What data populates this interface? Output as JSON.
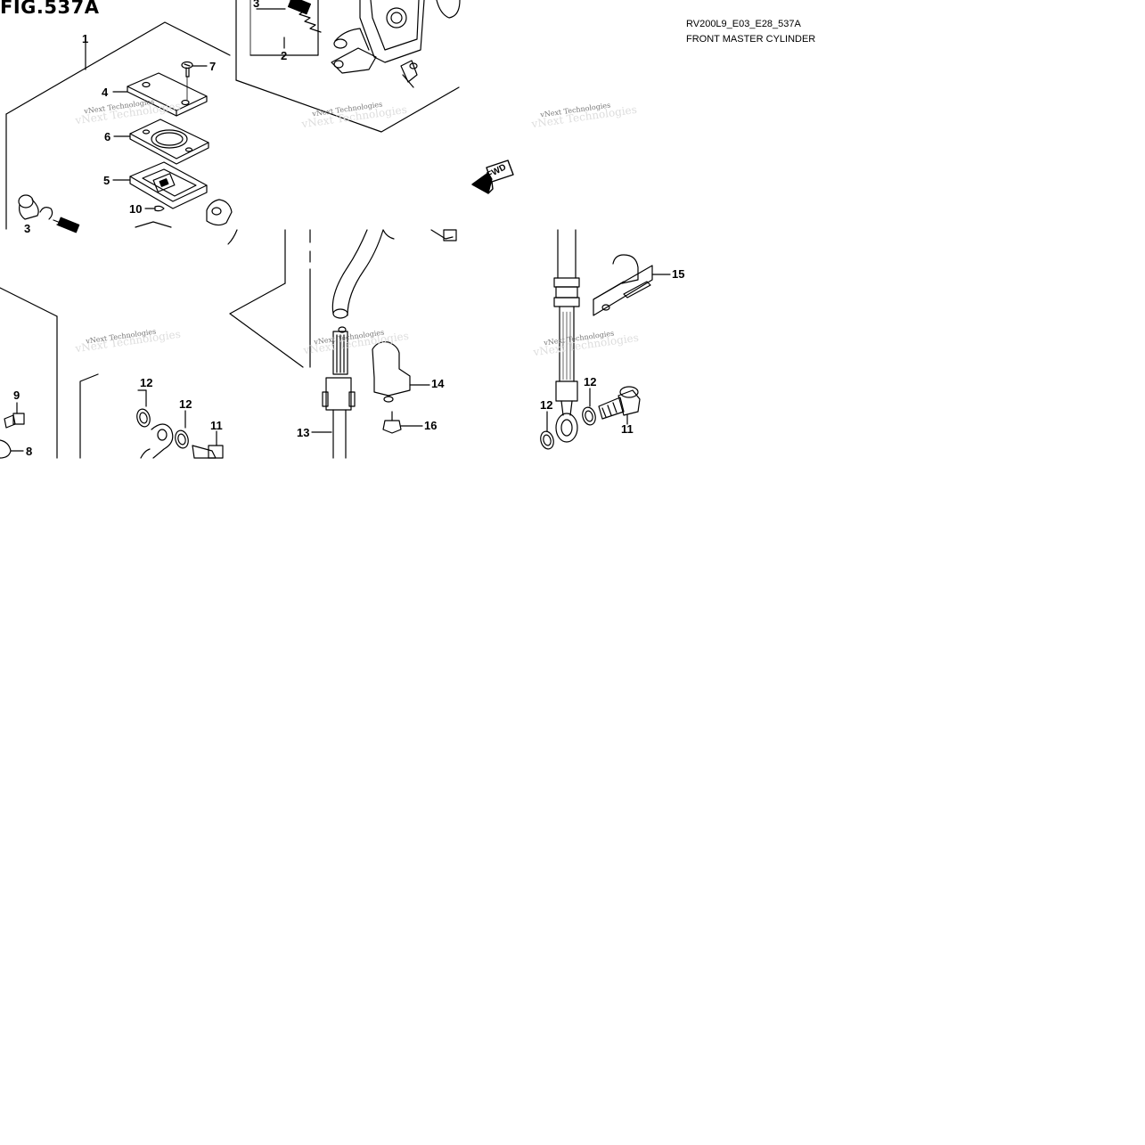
{
  "title": "FIG.537A",
  "code": "RV200L9_E03_E28_537A",
  "name": "FRONT MASTER CYLINDER",
  "watermark": "vNext Technologies",
  "fwd": "FWD",
  "callouts": {
    "c1": "1",
    "c2": "2",
    "c3a": "3",
    "c3b": "3",
    "c4": "4",
    "c5": "5",
    "c6": "6",
    "c7": "7",
    "c8": "8",
    "c9": "9",
    "c10": "10",
    "c11a": "11",
    "c11b": "11",
    "c12a": "12",
    "c12b": "12",
    "c12c": "12",
    "c12d": "12",
    "c13": "13",
    "c14": "14",
    "c15": "15",
    "c16": "16"
  }
}
